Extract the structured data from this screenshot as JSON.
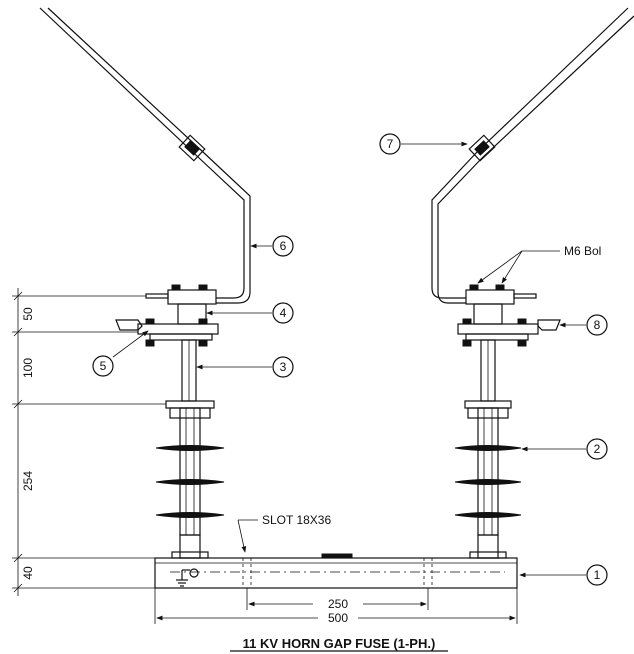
{
  "drawing": {
    "title": "11 KV HORN GAP FUSE (1-PH.)",
    "notes": {
      "slot": "SLOT 18X36",
      "bolt": "M6 Bol"
    },
    "dimensions": {
      "d50": "50",
      "d100": "100",
      "d254": "254",
      "d40": "40",
      "d250": "250",
      "d500": "500"
    },
    "callouts": [
      "1",
      "2",
      "3",
      "4",
      "5",
      "6",
      "7",
      "8"
    ]
  }
}
